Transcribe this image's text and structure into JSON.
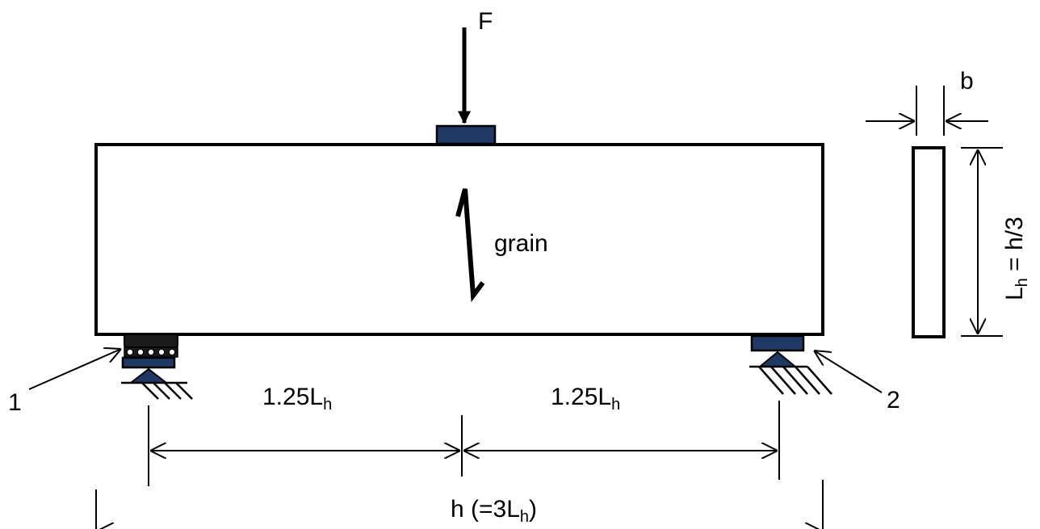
{
  "labels": {
    "force": "F",
    "grain": "grain",
    "support_1": "1",
    "support_2": "2",
    "width": "b",
    "span_left": {
      "main": "1.25L",
      "sub": "h"
    },
    "span_right": {
      "main": "1.25L",
      "sub": "h"
    },
    "total_length": {
      "prefix": "h (=3L",
      "sub": "h",
      "suffix": ")"
    },
    "section_height": {
      "pre": "L",
      "sub": "h",
      "post": " = h/3"
    }
  },
  "colors": {
    "ink": "#000000",
    "support_fill": "#1f3864",
    "roller_fill": "#1a1a1a",
    "background": "#ffffff"
  }
}
